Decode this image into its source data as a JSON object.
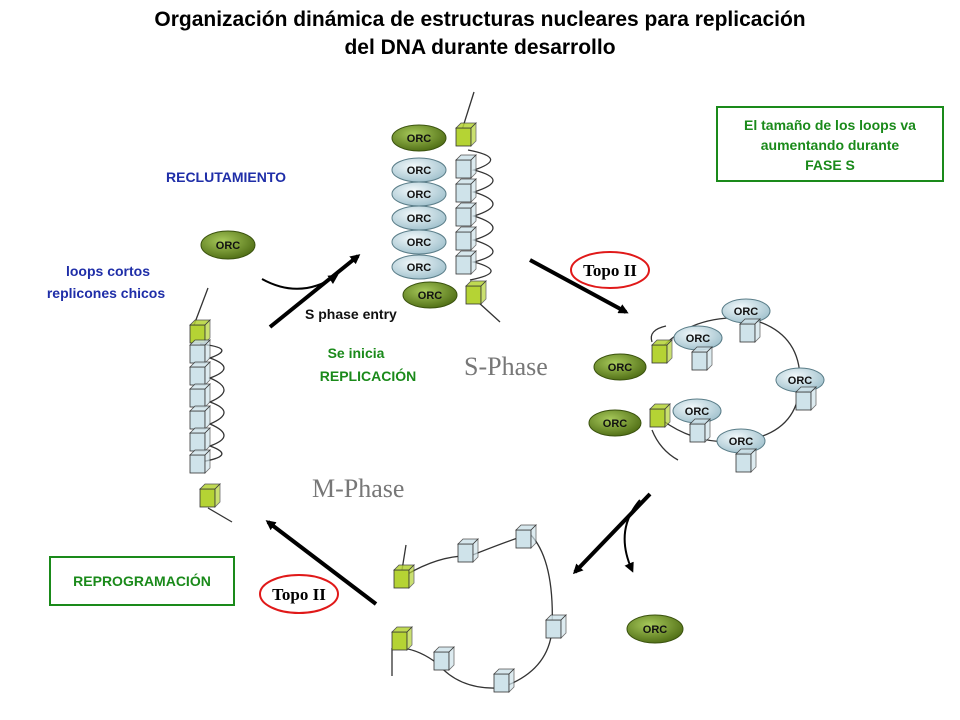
{
  "title": {
    "line1": "Organización dinámica de estructuras nucleares para replicación",
    "line2": "del DNA durante desarrollo"
  },
  "labels": {
    "reclutamiento": "RECLUTAMIENTO",
    "loops_line1": "loops cortos",
    "loops_line2": "replicones chicos",
    "s_phase_entry": "S phase entry",
    "se_inicia_line1": "Se inicia",
    "se_inicia_line2": "REPLICACIÓN",
    "s_phase": "S-Phase",
    "m_phase": "M-Phase",
    "topo_ii": "Topo II",
    "reprogramacion": "REPROGRAMACIÓN",
    "loop_size_line1": "El tamaño de los loops va",
    "loop_size_line2": "aumentando durante",
    "loop_size_line3": "FASE S",
    "orc": "ORC"
  },
  "colors": {
    "orc_green": "#6b8e23",
    "orc_blue": "#cfe3ea",
    "mcm_green": "#b5d334",
    "mcm_blue": "#cfe3ea",
    "label_blue": "#1f2ea8",
    "label_green": "#1a8a1a",
    "topo_circle": "#e01919"
  }
}
